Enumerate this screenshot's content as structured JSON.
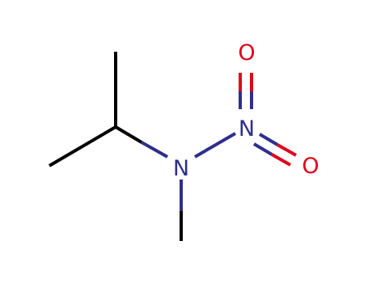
{
  "molecule": {
    "atoms": [
      {
        "id": "c-methyl-top",
        "symbol": "",
        "element": "C"
      },
      {
        "id": "c-methine",
        "symbol": "",
        "element": "C"
      },
      {
        "id": "c-methyl-left",
        "symbol": "",
        "element": "C"
      },
      {
        "id": "n-amine",
        "symbol": "N",
        "element": "N"
      },
      {
        "id": "c-n-methyl",
        "symbol": "",
        "element": "C"
      },
      {
        "id": "n-nitro",
        "symbol": "N",
        "element": "N"
      },
      {
        "id": "o-top",
        "symbol": "O",
        "element": "O"
      },
      {
        "id": "o-right",
        "symbol": "O",
        "element": "O"
      }
    ],
    "bonds": [
      {
        "from": "c-methyl-top",
        "to": "c-methine",
        "order": 1
      },
      {
        "from": "c-methine",
        "to": "c-methyl-left",
        "order": 1
      },
      {
        "from": "c-methine",
        "to": "n-amine",
        "order": 1
      },
      {
        "from": "n-amine",
        "to": "c-n-methyl",
        "order": 1
      },
      {
        "from": "n-amine",
        "to": "n-nitro",
        "order": 1
      },
      {
        "from": "n-nitro",
        "to": "o-top",
        "order": 2
      },
      {
        "from": "n-nitro",
        "to": "o-right",
        "order": 2
      }
    ],
    "colors": {
      "carbon_bond": "#000000",
      "nitrogen": "#2e2e8f",
      "oxygen": "#e0001a"
    }
  }
}
